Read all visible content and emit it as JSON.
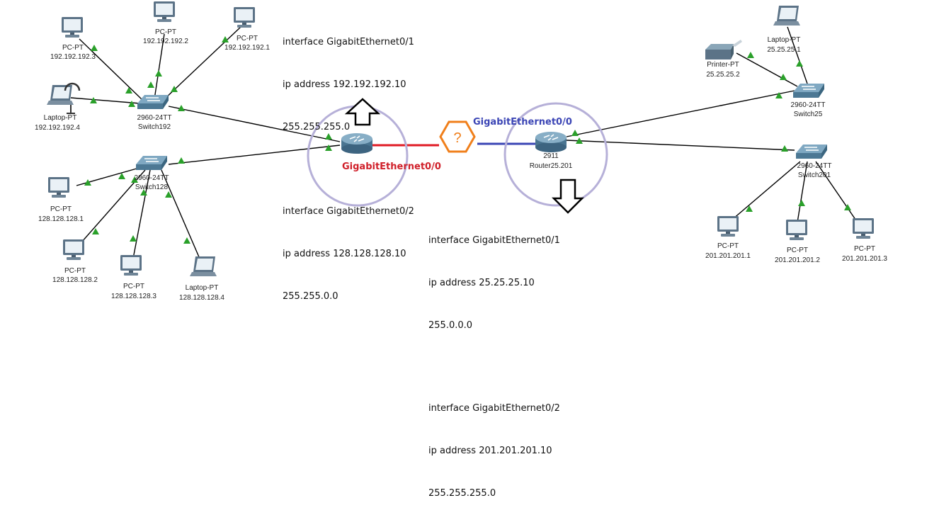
{
  "colors": {
    "link": "#000000",
    "link_red": "#e01b24",
    "link_blue": "#3b45b5",
    "circle": "#b6b0d8",
    "hexagon": "#f07f1b",
    "triangle": "#2aa02a",
    "gig_left": "#d0202a",
    "gig_right": "#3b45b5"
  },
  "config_top": {
    "line1": "interface GigabitEthernet0/1",
    "line2": "ip address 192.192.192.10",
    "line3": "255.255.255.0",
    "line4": "interface GigabitEthernet0/2",
    "line5": "ip address 128.128.128.10",
    "line6": "255.255.0.0"
  },
  "config_bottom": {
    "line1": "interface GigabitEthernet0/1",
    "line2": "ip address 25.25.25.10",
    "line3": "255.0.0.0",
    "line4": "interface GigabitEthernet0/2",
    "line5": "ip address 201.201.201.10",
    "line6": "255.255.255.0"
  },
  "labels": {
    "gig_left": "GigabitEthernet0/0",
    "gig_right": "GigabitEthernet0/0",
    "unknown": "?",
    "router_right_model": "2911",
    "router_right_name": "Router25.201",
    "sw192_model": "2960-24TT",
    "sw192_name": "Switch192",
    "sw128_model": "2960-24TT",
    "sw128_name": "Switch128",
    "sw25_model": "2960-24TT",
    "sw25_name": "Switch25",
    "sw201_model": "2960-24TT",
    "sw201_name": "Switch201",
    "pc_type": "PC-PT",
    "laptop_type": "Laptop-PT",
    "printer_type": "Printer-PT"
  },
  "hosts": {
    "pc192_3": "192.192.192.3",
    "pc192_2": "192.192.192.2",
    "pc192_1": "192.192.192.1",
    "laptop192_4": "192.192.192.4",
    "pc128_1": "128.128.128.1",
    "pc128_2": "128.128.128.2",
    "pc128_3": "128.128.128.3",
    "laptop128_4": "128.128.128.4",
    "laptop25_1": "25.25.25.1",
    "printer25_2": "25.25.25.2",
    "pc201_1": "201.201.201.1",
    "pc201_2": "201.201.201.2",
    "pc201_3": "201.201.201.3"
  }
}
